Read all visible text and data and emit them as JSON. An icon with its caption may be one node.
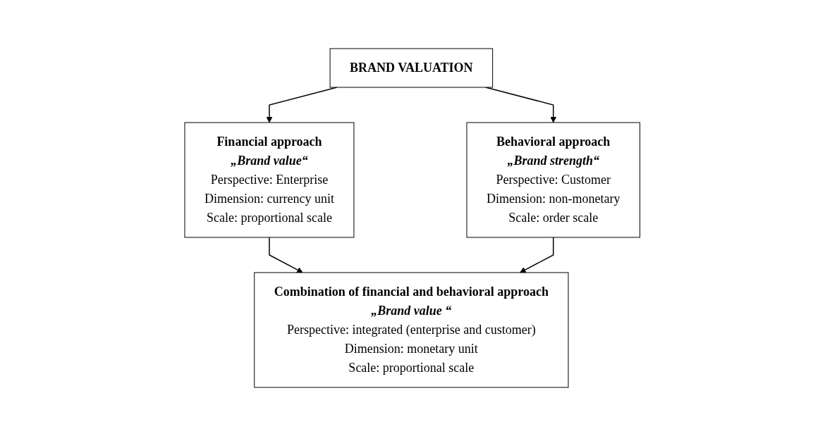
{
  "diagram": {
    "nodes": [
      {
        "text": [
          "BRAND VALUATION"
        ]
      },
      {
        "text": [
          "Financial approach",
          "„Brand value“",
          "Perspective: Enterprise",
          "Dimension: currency unit",
          "Scale: proportional scale"
        ]
      },
      {
        "text": [
          "Behavioral approach",
          "„Brand strength“",
          "Perspective: Customer",
          "Dimension: non-monetary",
          "Scale: order scale"
        ]
      },
      {
        "text": [
          "Combination of financial and behavioral approach",
          "„Brand value “",
          "Perspective: integrated (enterprise and customer)",
          "Dimension: monetary unit",
          "Scale: proportional scale"
        ]
      }
    ],
    "edges": [
      {
        "from": 0,
        "to": 1,
        "arrow": "to"
      },
      {
        "from": 0,
        "to": 2,
        "arrow": "to"
      },
      {
        "from": 1,
        "to": 3,
        "arrow": "to"
      },
      {
        "from": 2,
        "to": 3,
        "arrow": "to"
      }
    ]
  }
}
